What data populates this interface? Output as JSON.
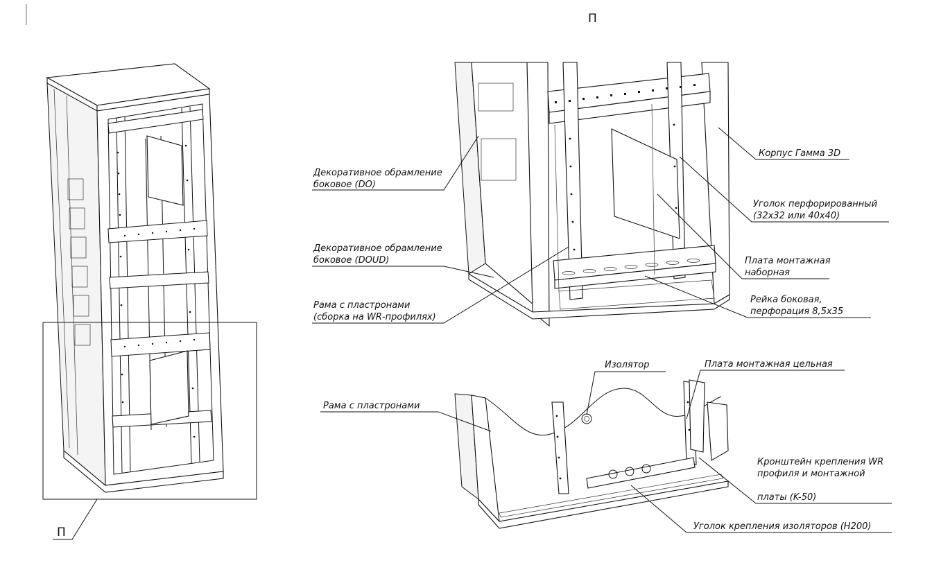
{
  "view_marker": "П",
  "labels": {
    "decor_side_do": [
      "Декоративное обрамление",
      "боковое (DO)"
    ],
    "decor_side_doud": [
      "Декоративное обрамление",
      "боковое (DOUD)"
    ],
    "frame_plastron_wr": [
      "Рама с пластронами",
      "(сборка на WR-профилях)"
    ],
    "case_gamma": [
      "Корпус Гамма 3D"
    ],
    "perforated_angle": [
      "Уголок перфорированный",
      "(32x32 или 40x40)"
    ],
    "mounting_plate_set": [
      "Плата монтажная",
      "наборная"
    ],
    "side_rail": [
      "Рейка боковая,",
      "перфорация 8,5x35"
    ],
    "insulator": [
      "Изолятор"
    ],
    "mounting_plate_solid": [
      "Плата монтажная цельная"
    ],
    "frame_plastron": [
      "Рама с пластронами"
    ],
    "bracket_k50": [
      "Кронштейн крепления WR",
      "профиля и монтажной",
      "платы (K-50)"
    ],
    "insulator_angle": [
      "Уголок крепления изоляторов (H200)"
    ]
  }
}
